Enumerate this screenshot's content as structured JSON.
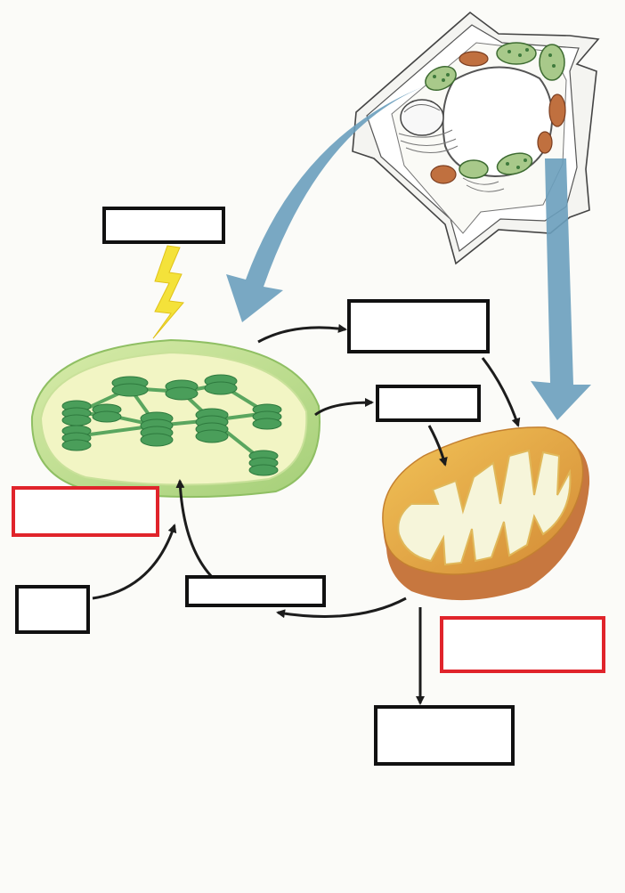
{
  "diagram": {
    "labels": [
      {
        "id": "light",
        "text": "",
        "style": "black"
      },
      {
        "id": "product-top",
        "text": "",
        "style": "black"
      },
      {
        "id": "product-middle",
        "text": "",
        "style": "black"
      },
      {
        "id": "chloroplast-name",
        "text": "",
        "style": "red"
      },
      {
        "id": "input-left",
        "text": "",
        "style": "black"
      },
      {
        "id": "return-product",
        "text": "",
        "style": "black"
      },
      {
        "id": "mitochondrion-name",
        "text": "",
        "style": "red"
      },
      {
        "id": "output-bottom",
        "text": "",
        "style": "black"
      }
    ]
  },
  "colors": {
    "box_border": "#111111",
    "box_border_highlight": "#e0242b",
    "cell_arrow": "#6a9fbd",
    "lightning": "#f4e23a",
    "chloroplast_outer": "#b8d98a",
    "chloroplast_inner": "#f2f5c4",
    "thylakoid": "#3e9650",
    "mitochondrion_outer": "#d99a3c",
    "mitochondrion_inner": "#f6f5da",
    "mitochondrion_shell": "#c7773f",
    "vacuole_plastids_green": "#a8c98a",
    "cell_mitochondria": "#c0703f"
  }
}
